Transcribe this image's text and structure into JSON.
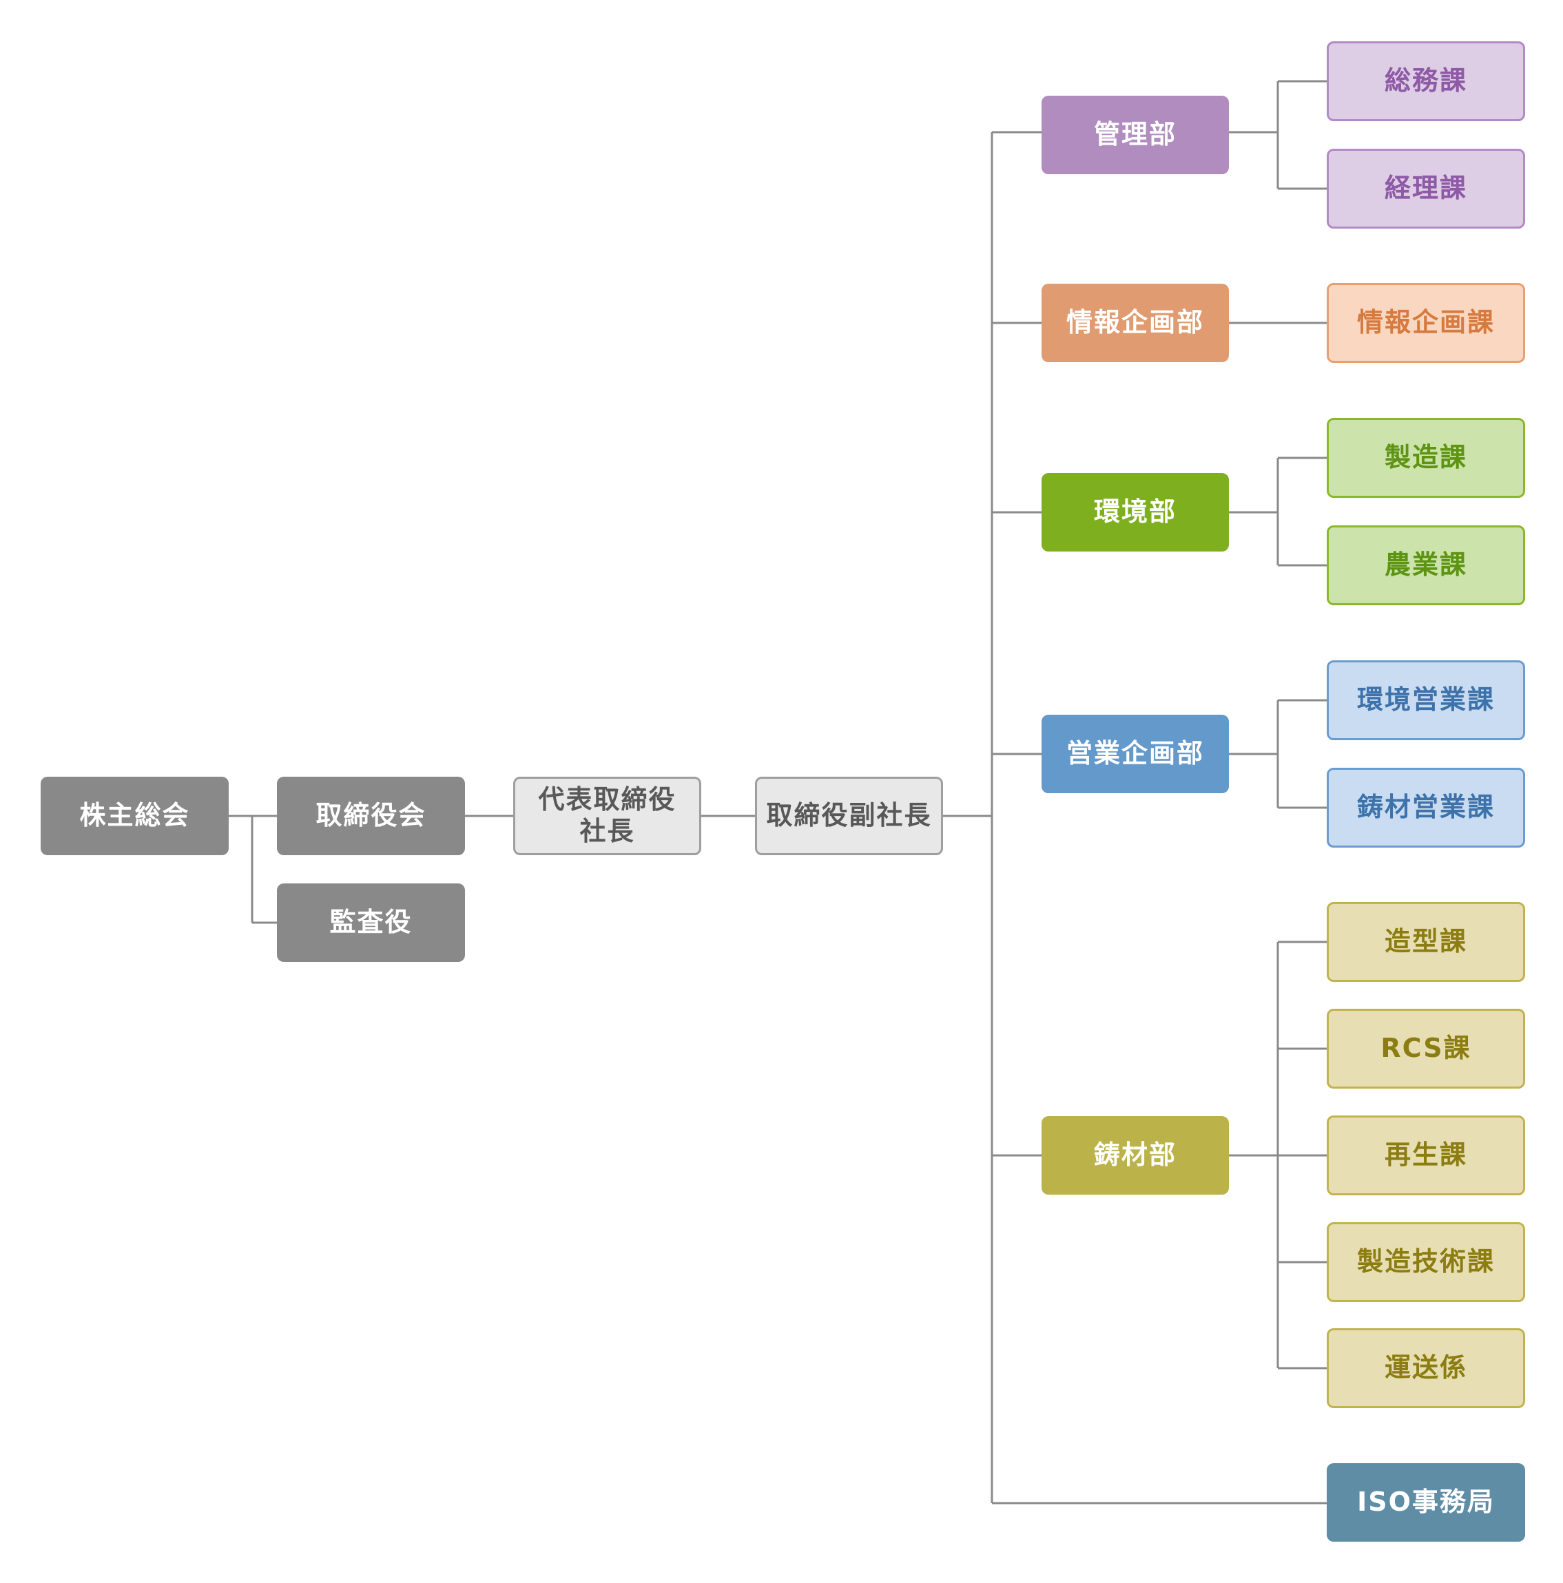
{
  "top": {
    "shareholders": "株主総会",
    "board": "取締役会",
    "auditor": "監査役",
    "president": "代表取締役\n社長",
    "vice_president": "取締役副社長"
  },
  "colors": {
    "line": "#8a8a8a",
    "dark_box": "#898989",
    "light_box": "#e8e8e8",
    "kanri": {
      "fill": "#b08cbf",
      "sec_fill": "#ddcde5",
      "sec_border": "#b28ac5",
      "sec_text": "#8e5aa6"
    },
    "joho": {
      "fill": "#e09c70",
      "sec_fill": "#fad7c1",
      "sec_border": "#e7a070",
      "sec_text": "#d77a3e"
    },
    "kankyo": {
      "fill": "#7daf1e",
      "sec_fill": "#cce3ab",
      "sec_border": "#8bb829",
      "sec_text": "#5e9413"
    },
    "eigyo": {
      "fill": "#6499cb",
      "sec_fill": "#cadcf1",
      "sec_border": "#6a9cd0",
      "sec_text": "#3d72aa"
    },
    "chuzai": {
      "fill": "#bcb24a",
      "sec_fill": "#e8deb3",
      "sec_border": "#c1b44f",
      "sec_text": "#8c7d12"
    },
    "iso": {
      "fill": "#5f8da5"
    }
  },
  "departments": [
    {
      "key": "kanri",
      "label": "管理部",
      "sections": [
        "総務課",
        "経理課"
      ]
    },
    {
      "key": "joho",
      "label": "情報企画部",
      "sections": [
        "情報企画課"
      ]
    },
    {
      "key": "kankyo",
      "label": "環境部",
      "sections": [
        "製造課",
        "農業課"
      ]
    },
    {
      "key": "eigyo",
      "label": "営業企画部",
      "sections": [
        "環境営業課",
        "鋳材営業課"
      ]
    },
    {
      "key": "chuzai",
      "label": "鋳材部",
      "sections": [
        "造型課",
        "RCS課",
        "再生課",
        "製造技術課",
        "運送係"
      ]
    }
  ],
  "iso_office": "ISO事務局"
}
